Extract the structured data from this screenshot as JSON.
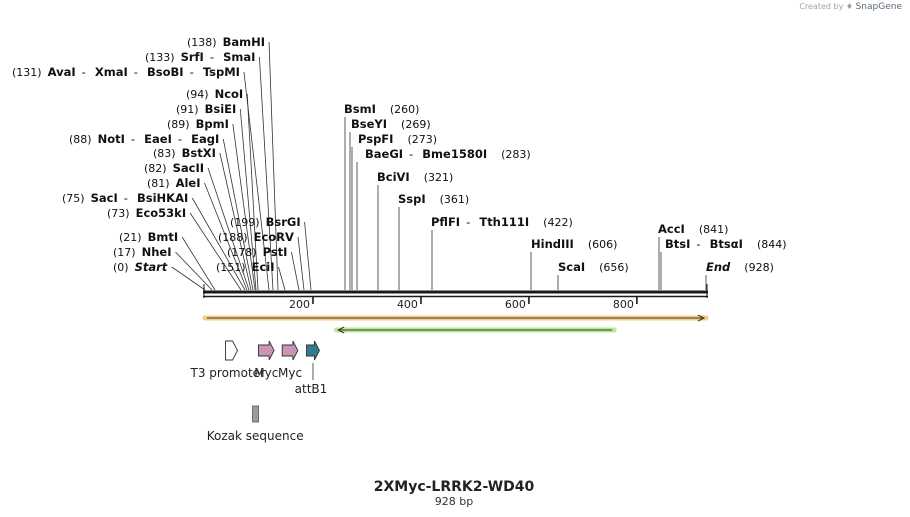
{
  "credit": {
    "prefix": "Created by",
    "brand": "SnapGene"
  },
  "map": {
    "name": "2XMyc-LRRK2-WD40",
    "length_label": "928 bp",
    "length": 928,
    "ticks": [
      200,
      400,
      600,
      800
    ]
  },
  "sites": [
    {
      "pos": 0,
      "label": "(0)",
      "names": [
        "Start"
      ],
      "italic": true
    },
    {
      "pos": 17,
      "label": "(17)",
      "names": [
        "NheI"
      ]
    },
    {
      "pos": 21,
      "label": "(21)",
      "names": [
        "BmtI"
      ]
    },
    {
      "pos": 73,
      "label": "(73)",
      "names": [
        "Eco53kI"
      ]
    },
    {
      "pos": 75,
      "label": "(75)",
      "names": [
        "SacI",
        "BsiHKAI"
      ]
    },
    {
      "pos": 81,
      "label": "(81)",
      "names": [
        "AleI"
      ]
    },
    {
      "pos": 82,
      "label": "(82)",
      "names": [
        "SacII"
      ]
    },
    {
      "pos": 83,
      "label": "(83)",
      "names": [
        "BstXI"
      ]
    },
    {
      "pos": 88,
      "label": "(88)",
      "names": [
        "NotI",
        "EaeI",
        "EagI"
      ]
    },
    {
      "pos": 89,
      "label": "(89)",
      "names": [
        "BpmI"
      ]
    },
    {
      "pos": 91,
      "label": "(91)",
      "names": [
        "BsiEI"
      ]
    },
    {
      "pos": 94,
      "label": "(94)",
      "names": [
        "NcoI"
      ]
    },
    {
      "pos": 131,
      "label": "(131)",
      "names": [
        "AvaI",
        "XmaI",
        "BsoBI",
        "TspMI"
      ]
    },
    {
      "pos": 133,
      "label": "(133)",
      "names": [
        "SrfI",
        "SmaI"
      ]
    },
    {
      "pos": 138,
      "label": "(138)",
      "names": [
        "BamHI"
      ]
    },
    {
      "pos": 151,
      "label": "(151)",
      "names": [
        "EciI"
      ]
    },
    {
      "pos": 178,
      "label": "(178)",
      "names": [
        "PstI"
      ]
    },
    {
      "pos": 188,
      "label": "(188)",
      "names": [
        "EcoRV"
      ]
    },
    {
      "pos": 199,
      "label": "(199)",
      "names": [
        "BsrGI"
      ]
    },
    {
      "pos": 260,
      "label": "(260)",
      "names": [
        "BsmI"
      ]
    },
    {
      "pos": 269,
      "label": "(269)",
      "names": [
        "BseYI"
      ]
    },
    {
      "pos": 273,
      "label": "(273)",
      "names": [
        "PspFI"
      ]
    },
    {
      "pos": 283,
      "label": "(283)",
      "names": [
        "BaeGI",
        "Bme1580I"
      ]
    },
    {
      "pos": 321,
      "label": "(321)",
      "names": [
        "BciVI"
      ]
    },
    {
      "pos": 361,
      "label": "(361)",
      "names": [
        "SspI"
      ]
    },
    {
      "pos": 422,
      "label": "(422)",
      "names": [
        "PflFI",
        "Tth111I"
      ]
    },
    {
      "pos": 606,
      "label": "(606)",
      "names": [
        "HindIII"
      ]
    },
    {
      "pos": 656,
      "label": "(656)",
      "names": [
        "ScaI"
      ]
    },
    {
      "pos": 841,
      "label": "(841)",
      "names": [
        "AccI"
      ]
    },
    {
      "pos": 844,
      "label": "(844)",
      "names": [
        "BtsI",
        "BtsαI"
      ]
    },
    {
      "pos": 928,
      "label": "(928)",
      "names": [
        "End"
      ],
      "italic": true
    }
  ],
  "features": [
    {
      "label": "T3 promoter",
      "start": 38,
      "end": 57,
      "type": "promoter",
      "color": "#ffffff"
    },
    {
      "label": "Myc",
      "start": 99,
      "end": 128,
      "type": "arrow",
      "color": "#c896b4"
    },
    {
      "label": "Myc",
      "start": 143,
      "end": 172,
      "type": "arrow",
      "color": "#c896b4"
    },
    {
      "label": "attB1",
      "start": 188,
      "end": 212,
      "type": "arrow",
      "color": "#2e7d8c"
    },
    {
      "label": "Kozak sequence",
      "start": 88,
      "end": 98,
      "type": "box",
      "color": "#9a9aa8"
    }
  ],
  "orfs": [
    {
      "start": 0,
      "end": 928,
      "direction": "forward",
      "color": "#e6a02e"
    },
    {
      "start": 243,
      "end": 758,
      "direction": "reverse",
      "color": "#7cd84a"
    }
  ],
  "colors": {
    "backbone": "#1a1a1a",
    "site_line": "#333333"
  }
}
